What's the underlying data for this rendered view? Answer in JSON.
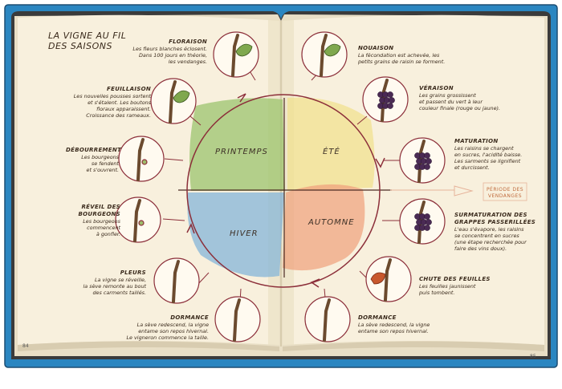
{
  "title": "LA VIGNE AU FIL DES SAISONS",
  "seasons": {
    "printemps": "PRINTEMPS",
    "ete": "ÉTÉ",
    "automne": "AUTOMNE",
    "hiver": "HIVER"
  },
  "periode_vendanges": "PÉRIODE DES VENDANGES",
  "page_left": "84",
  "page_right": "85",
  "stages_left": [
    {
      "title": "FLORAISON",
      "desc": [
        "Les fleurs blanches éclosent.",
        "Dans 100 jours en théorie,",
        "les vendanges."
      ]
    },
    {
      "title": "FEUILLAISON",
      "desc": [
        "Les nouvelles pousses sortent",
        "et s'étalent. Les boutons",
        "floraux apparaissent.",
        "Croissance des rameaux."
      ]
    },
    {
      "title": "DÉBOURREMENT",
      "desc": [
        "Les bourgeons",
        "se fendent",
        "et s'ouvrent."
      ]
    },
    {
      "title": "RÉVEIL DES BOURGEONS",
      "desc": [
        "Les bourgeons",
        "commencent",
        "à gonfler."
      ]
    },
    {
      "title": "PLEURS",
      "desc": [
        "La vigne se réveille,",
        "la sève remonte au bout",
        "des carments taillés."
      ]
    },
    {
      "title": "DORMANCE",
      "desc": [
        "La sève redescend, la vigne",
        "entame son repos hivernal.",
        "Le vigneron commence la taille."
      ]
    }
  ],
  "stages_right": [
    {
      "title": "NOUAISON",
      "desc": [
        "La fécondation est achevée, les",
        "petits grains de raisin se forment."
      ]
    },
    {
      "title": "VÉRAISON",
      "desc": [
        "Les grains grossissent",
        "et passent du vert à leur",
        "couleur finale (rouge ou jaune)."
      ]
    },
    {
      "title": "MATURATION",
      "desc": [
        "Les raisins se chargent",
        "en sucres, l'acidité baisse.",
        "Les sarments se lignifient",
        "et durcissent."
      ]
    },
    {
      "title": "SURMATURATION DES GRAPPES PASSERILLÉES",
      "desc": [
        "L'eau s'évapore, les raisins",
        "se concentrent en sucres",
        "(une étape recherchée pour",
        "faire des vins doux)."
      ]
    },
    {
      "title": "CHUTE DES FEUILLES",
      "desc": [
        "Les feuilles jaunissent",
        "puis tombent."
      ]
    },
    {
      "title": "DORMANCE",
      "desc": [
        "La sève redescend, la vigne",
        "entame son repos hivernal."
      ]
    }
  ]
}
